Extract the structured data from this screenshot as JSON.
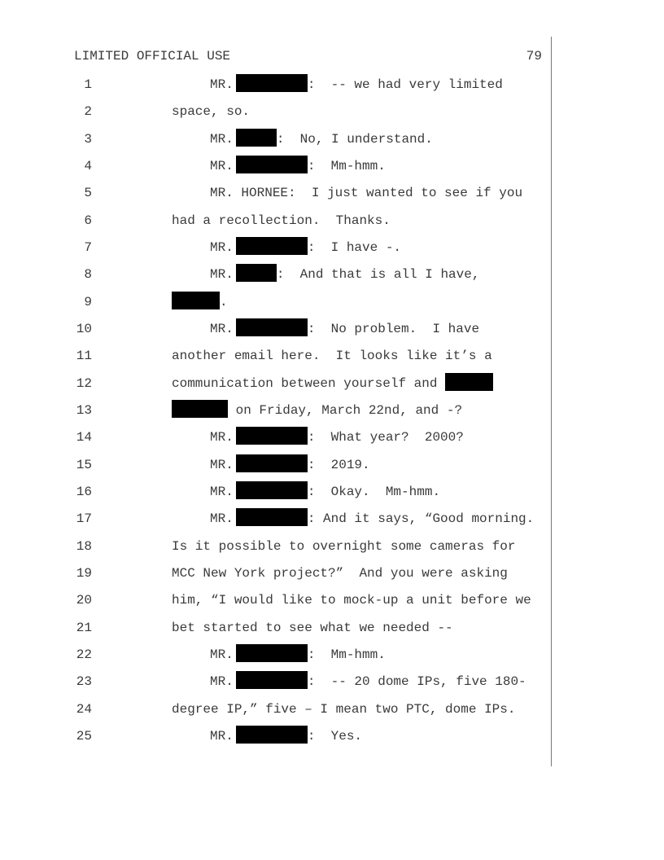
{
  "header": {
    "label": "LIMITED OFFICIAL USE",
    "page_number": "79"
  },
  "lines": [
    {
      "n": "1",
      "indent": true,
      "segs": [
        {
          "t": "MR."
        },
        {
          "r": "l"
        },
        {
          "t": ":  -- we had very limited"
        }
      ]
    },
    {
      "n": "2",
      "indent": false,
      "segs": [
        {
          "t": "space, so."
        }
      ]
    },
    {
      "n": "3",
      "indent": true,
      "segs": [
        {
          "t": "MR."
        },
        {
          "r": "s"
        },
        {
          "t": ":  No, I understand."
        }
      ]
    },
    {
      "n": "4",
      "indent": true,
      "segs": [
        {
          "t": "MR."
        },
        {
          "r": "l"
        },
        {
          "t": ":  Mm-hmm."
        }
      ]
    },
    {
      "n": "5",
      "indent": true,
      "segs": [
        {
          "t": "MR. HORNEE:  I just wanted to see if you"
        }
      ]
    },
    {
      "n": "6",
      "indent": false,
      "segs": [
        {
          "t": "had a recollection.  Thanks."
        }
      ]
    },
    {
      "n": "7",
      "indent": true,
      "segs": [
        {
          "t": "MR."
        },
        {
          "r": "l"
        },
        {
          "t": ":  I have -."
        }
      ]
    },
    {
      "n": "8",
      "indent": true,
      "segs": [
        {
          "t": "MR."
        },
        {
          "r": "s"
        },
        {
          "t": ":  And that is all I have,"
        }
      ]
    },
    {
      "n": "9",
      "indent": false,
      "segs": [
        {
          "r": "m"
        },
        {
          "t": "."
        }
      ]
    },
    {
      "n": "10",
      "indent": true,
      "segs": [
        {
          "t": "MR."
        },
        {
          "r": "l"
        },
        {
          "t": ":  No problem.  I have"
        }
      ]
    },
    {
      "n": "11",
      "indent": false,
      "segs": [
        {
          "t": "another email here.  It looks like it’s a"
        }
      ]
    },
    {
      "n": "12",
      "indent": false,
      "segs": [
        {
          "t": "communication between yourself and "
        },
        {
          "r": "m"
        }
      ]
    },
    {
      "n": "13",
      "indent": false,
      "segs": [
        {
          "r": "n"
        },
        {
          "t": " on Friday, March 22nd, and -?"
        }
      ]
    },
    {
      "n": "14",
      "indent": true,
      "segs": [
        {
          "t": "MR."
        },
        {
          "r": "l"
        },
        {
          "t": ":  What year?  2000?"
        }
      ]
    },
    {
      "n": "15",
      "indent": true,
      "segs": [
        {
          "t": "MR."
        },
        {
          "r": "l"
        },
        {
          "t": ":  2019."
        }
      ]
    },
    {
      "n": "16",
      "indent": true,
      "segs": [
        {
          "t": "MR."
        },
        {
          "r": "l"
        },
        {
          "t": ":  Okay.  Mm-hmm."
        }
      ]
    },
    {
      "n": "17",
      "indent": true,
      "segs": [
        {
          "t": "MR."
        },
        {
          "r": "l"
        },
        {
          "t": ": And it says, “Good morning."
        }
      ]
    },
    {
      "n": "18",
      "indent": false,
      "segs": [
        {
          "t": "Is it possible to overnight some cameras for"
        }
      ]
    },
    {
      "n": "19",
      "indent": false,
      "segs": [
        {
          "t": "MCC New York project?”  And you were asking"
        }
      ]
    },
    {
      "n": "20",
      "indent": false,
      "segs": [
        {
          "t": "him, “I would like to mock-up a unit before we"
        }
      ]
    },
    {
      "n": "21",
      "indent": false,
      "segs": [
        {
          "t": "bet started to see what we needed --"
        }
      ]
    },
    {
      "n": "22",
      "indent": true,
      "segs": [
        {
          "t": "MR."
        },
        {
          "r": "l"
        },
        {
          "t": ":  Mm-hmm."
        }
      ]
    },
    {
      "n": "23",
      "indent": true,
      "segs": [
        {
          "t": "MR."
        },
        {
          "r": "l"
        },
        {
          "t": ":  -- 20 dome IPs, five 180-"
        }
      ]
    },
    {
      "n": "24",
      "indent": false,
      "segs": [
        {
          "t": "degree IP,” five – I mean two PTC, dome IPs."
        }
      ]
    },
    {
      "n": "25",
      "indent": true,
      "segs": [
        {
          "t": "MR."
        },
        {
          "r": "l"
        },
        {
          "t": ":  Yes."
        }
      ]
    }
  ]
}
